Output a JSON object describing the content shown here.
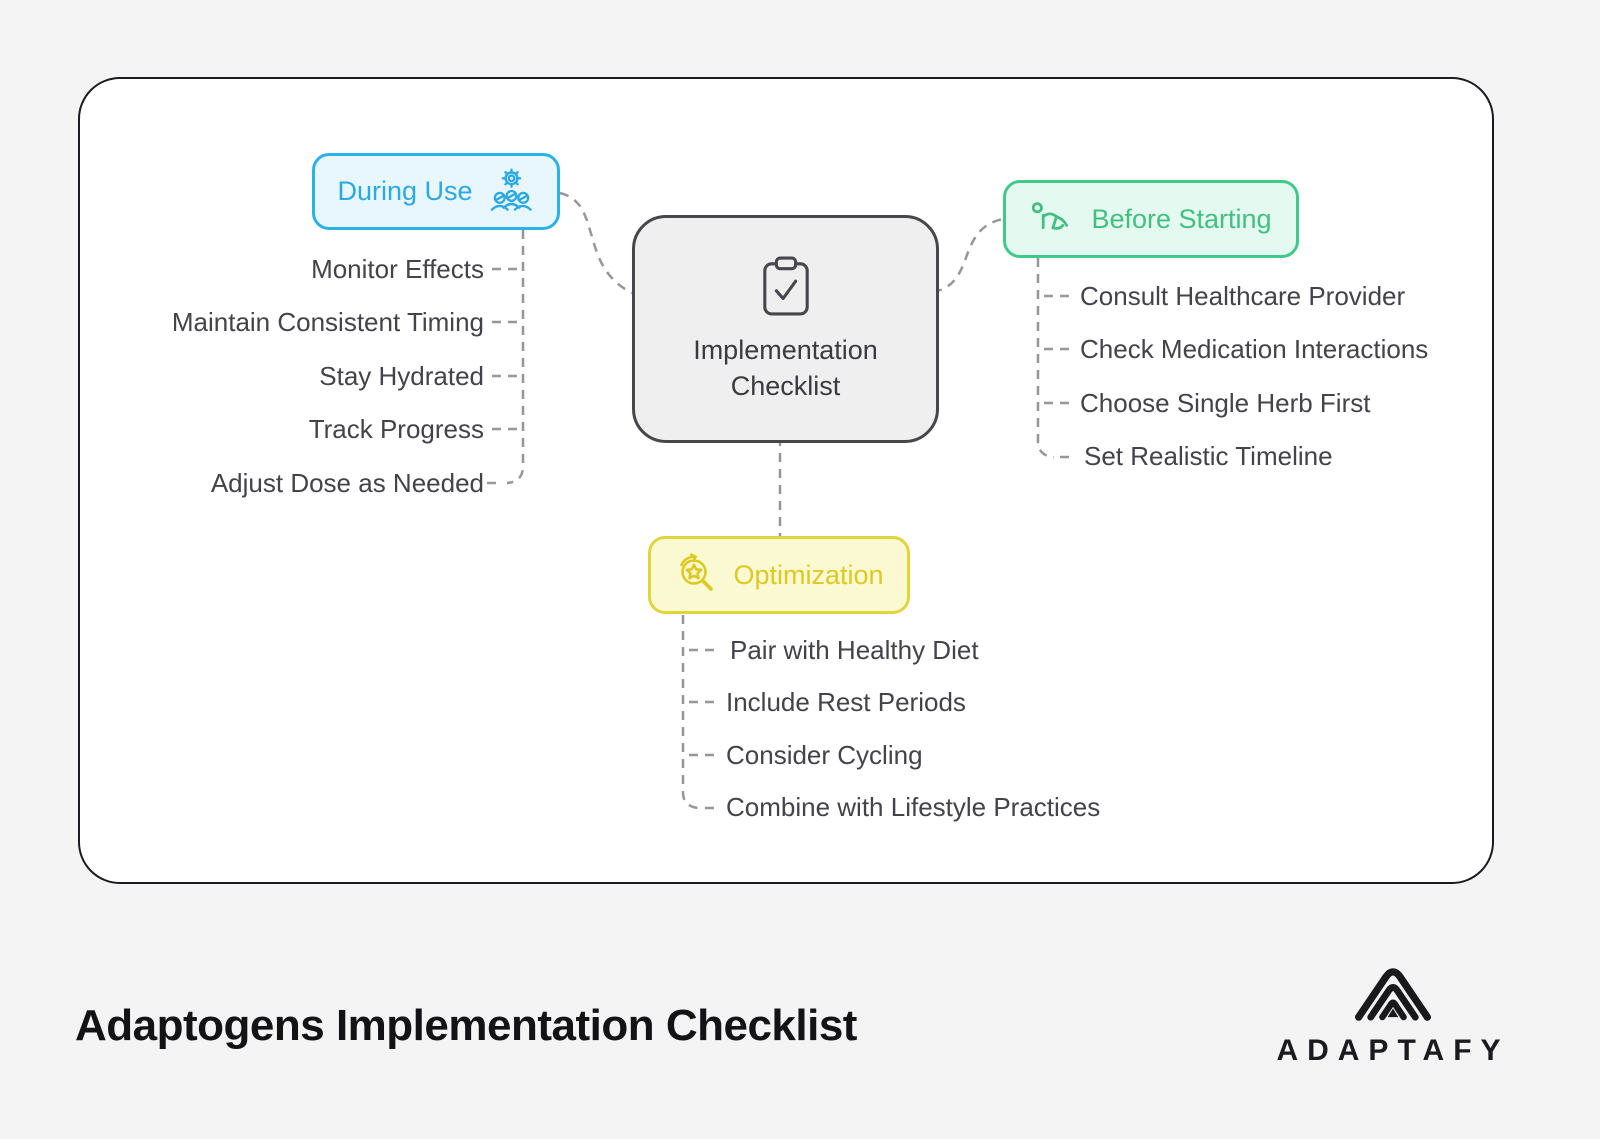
{
  "page": {
    "background": "#f4f4f5",
    "title": "Adaptogens Implementation Checklist"
  },
  "brand": {
    "name": "ADAPTAFY",
    "mark": "nested-chevron-logo"
  },
  "diagram": {
    "connector_color": "#96969b",
    "center": {
      "icon": "clipboard-check-icon",
      "label_line1": "Implementation",
      "label_line2": "Checklist",
      "bg": "#efeff0",
      "border": "#46464b"
    },
    "branches": [
      {
        "id": "during-use",
        "label": "During Use",
        "icon": "team-gear-icon",
        "border": "#2cb2ea",
        "bg": "#e8f6fd",
        "text": "#2aa9e2",
        "items": [
          "Monitor Effects",
          "Maintain Consistent Timing",
          "Stay Hydrated",
          "Track Progress",
          "Adjust Dose as Needed"
        ]
      },
      {
        "id": "before-starting",
        "label": "Before Starting",
        "icon": "crawling-person-icon",
        "border": "#42c98a",
        "bg": "#e4f9ef",
        "text": "#41c081",
        "items": [
          "Consult Healthcare Provider",
          "Check Medication Interactions",
          "Choose Single Herb First",
          "Set Realistic Timeline"
        ]
      },
      {
        "id": "optimization",
        "label": "Optimization",
        "icon": "search-star-icon",
        "border": "#e1d53c",
        "bg": "#fbf9d2",
        "text": "#ddc922",
        "items": [
          "Pair with Healthy Diet",
          "Include Rest Periods",
          "Consider Cycling",
          "Combine with Lifestyle Practices"
        ]
      }
    ]
  }
}
